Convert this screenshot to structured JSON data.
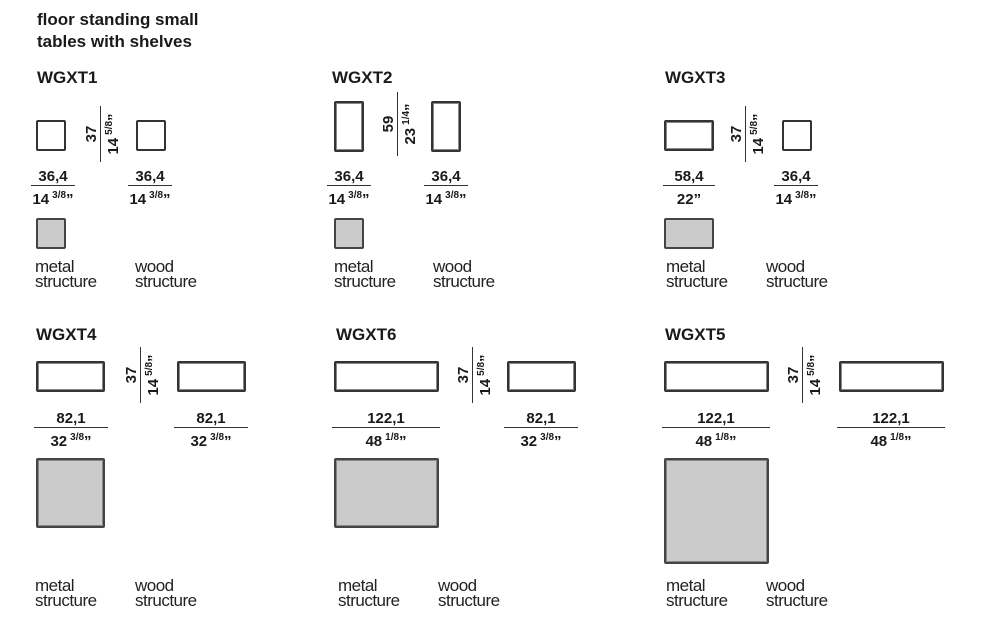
{
  "title": {
    "line1": "floor standing small",
    "line2": "tables with shelves"
  },
  "labels": {
    "metal": {
      "line1": "metal",
      "line2": "structure"
    },
    "wood": {
      "line1": "wood",
      "line2": "structure"
    }
  },
  "models": {
    "wgxt1": {
      "name": "WGXT1",
      "height_cm": "37",
      "height_in": "14 ",
      "height_frac": "5/8",
      "width1_cm": "36,4",
      "width1_in": "14 ",
      "width1_frac": "3/8",
      "width2_cm": "36,4",
      "width2_in": "14 ",
      "width2_frac": "3/8"
    },
    "wgxt2": {
      "name": "WGXT2",
      "height_cm": "59",
      "height_in": "23 ",
      "height_frac": "1/4",
      "width1_cm": "36,4",
      "width1_in": "14 ",
      "width1_frac": "3/8",
      "width2_cm": "36,4",
      "width2_in": "14 ",
      "width2_frac": "3/8"
    },
    "wgxt3": {
      "name": "WGXT3",
      "height_cm": "37",
      "height_in": "14 ",
      "height_frac": "5/8",
      "width1_cm": "58,4",
      "width1_in": "22",
      "width1_frac": "",
      "width2_cm": "36,4",
      "width2_in": "14 ",
      "width2_frac": "3/8"
    },
    "wgxt4": {
      "name": "WGXT4",
      "height_cm": "37",
      "height_in": "14 ",
      "height_frac": "5/8",
      "width1_cm": "82,1",
      "width1_in": "32 ",
      "width1_frac": "3/8",
      "width2_cm": "82,1",
      "width2_in": "32 ",
      "width2_frac": "3/8"
    },
    "wgxt6": {
      "name": "WGXT6",
      "height_cm": "37",
      "height_in": "14 ",
      "height_frac": "5/8",
      "width1_cm": "122,1",
      "width1_in": "48 ",
      "width1_frac": "1/8",
      "width2_cm": "82,1",
      "width2_in": "32 ",
      "width2_frac": "3/8"
    },
    "wgxt5": {
      "name": "WGXT5",
      "height_cm": "37",
      "height_in": "14 ",
      "height_frac": "5/8",
      "width1_cm": "122,1",
      "width1_in": "48 ",
      "width1_frac": "1/8",
      "width2_cm": "122,1",
      "width2_in": "48 ",
      "width2_frac": "1/8"
    }
  },
  "inch_mark": "”"
}
